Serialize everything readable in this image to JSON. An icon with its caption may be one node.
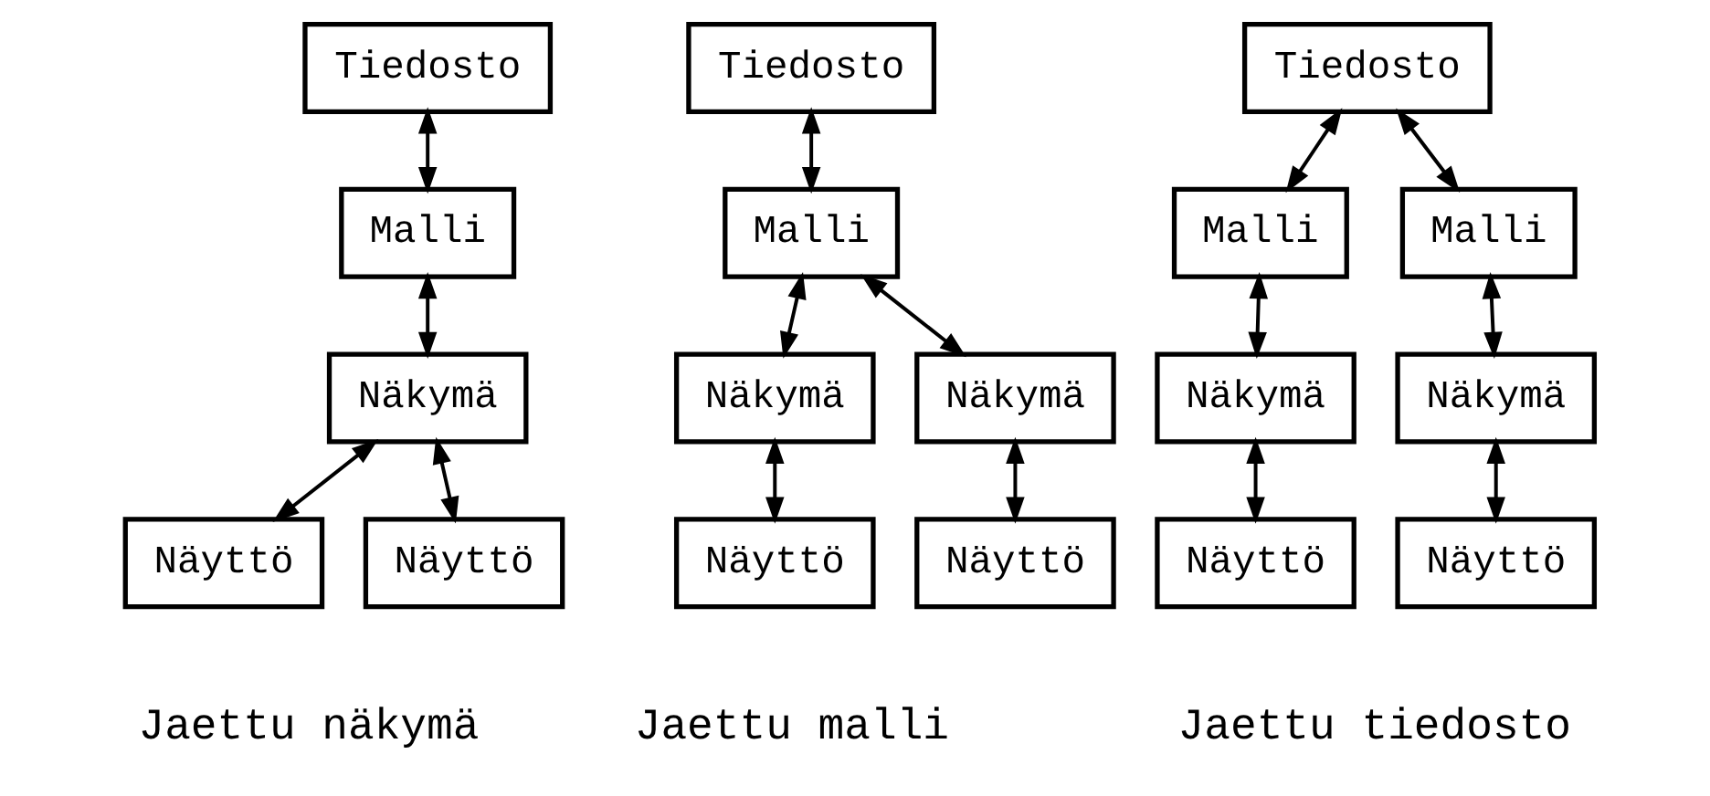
{
  "diagram": {
    "nodes": [
      {
        "text": [
          "Tiedosto"
        ]
      },
      {
        "text": [
          "Malli"
        ]
      },
      {
        "text": [
          "Näkymä"
        ]
      },
      {
        "text": [
          "Näyttö"
        ]
      },
      {
        "text": [
          "Näyttö"
        ]
      },
      {
        "text": [
          "Tiedosto"
        ]
      },
      {
        "text": [
          "Malli"
        ]
      },
      {
        "text": [
          "Näkymä"
        ]
      },
      {
        "text": [
          "Näkymä"
        ]
      },
      {
        "text": [
          "Näyttö"
        ]
      },
      {
        "text": [
          "Näyttö"
        ]
      },
      {
        "text": [
          "Tiedosto"
        ]
      },
      {
        "text": [
          "Malli"
        ]
      },
      {
        "text": [
          "Malli"
        ]
      },
      {
        "text": [
          "Näkymä"
        ]
      },
      {
        "text": [
          "Näkymä"
        ]
      },
      {
        "text": [
          "Näyttö"
        ]
      },
      {
        "text": [
          "Näyttö"
        ]
      }
    ],
    "edges": [
      {
        "from": 0,
        "to": 1,
        "arrow": "both"
      },
      {
        "from": 1,
        "to": 2,
        "arrow": "both"
      },
      {
        "from": 2,
        "to": 3,
        "arrow": "both"
      },
      {
        "from": 2,
        "to": 4,
        "arrow": "both"
      },
      {
        "from": 5,
        "to": 6,
        "arrow": "both"
      },
      {
        "from": 6,
        "to": 7,
        "arrow": "both"
      },
      {
        "from": 6,
        "to": 8,
        "arrow": "both"
      },
      {
        "from": 7,
        "to": 9,
        "arrow": "both"
      },
      {
        "from": 8,
        "to": 10,
        "arrow": "both"
      },
      {
        "from": 11,
        "to": 12,
        "arrow": "both"
      },
      {
        "from": 11,
        "to": 13,
        "arrow": "both"
      },
      {
        "from": 12,
        "to": 14,
        "arrow": "both"
      },
      {
        "from": 13,
        "to": 15,
        "arrow": "both"
      },
      {
        "from": 14,
        "to": 16,
        "arrow": "both"
      },
      {
        "from": 15,
        "to": 17,
        "arrow": "both"
      }
    ],
    "labels": [
      "Jaettu näkymä",
      "Jaettu malli",
      "Jaettu tiedosto"
    ]
  }
}
